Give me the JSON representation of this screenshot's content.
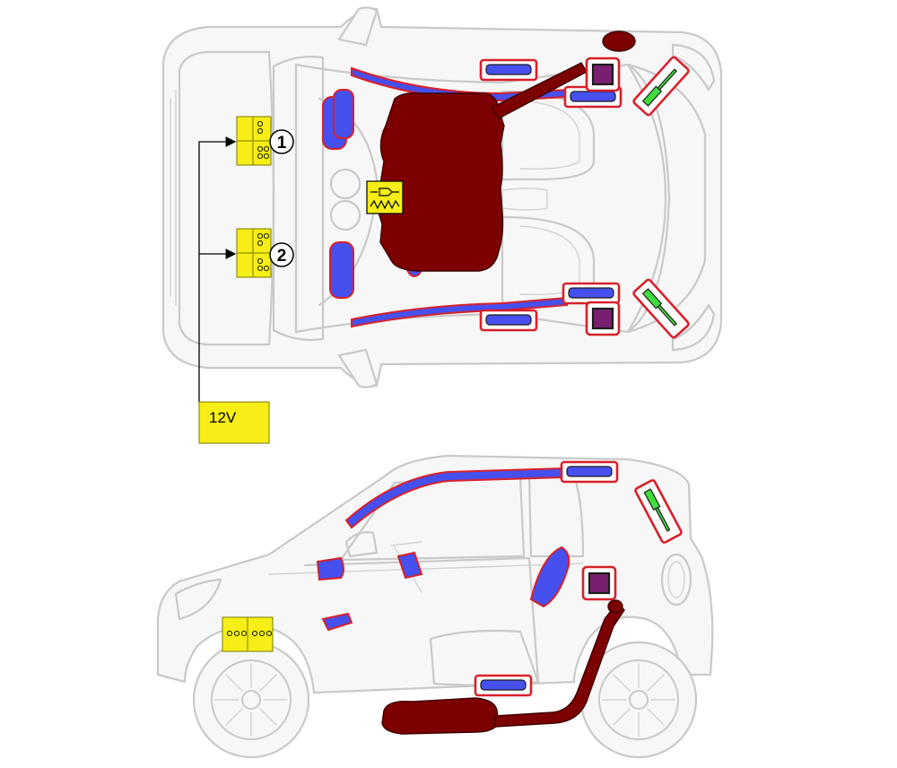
{
  "callouts": {
    "battery_1": "1",
    "battery_2": "2"
  },
  "voltage_label": "12V",
  "colors": {
    "fuel_system": "#7d0000",
    "airbag": "#4650ee",
    "highlight_frame": "#d8202a",
    "gas_spring": "#3fdc3f",
    "control_unit": "#7a1f6f",
    "battery": "#f6ee16",
    "car_outline": "#c9c9c9"
  }
}
